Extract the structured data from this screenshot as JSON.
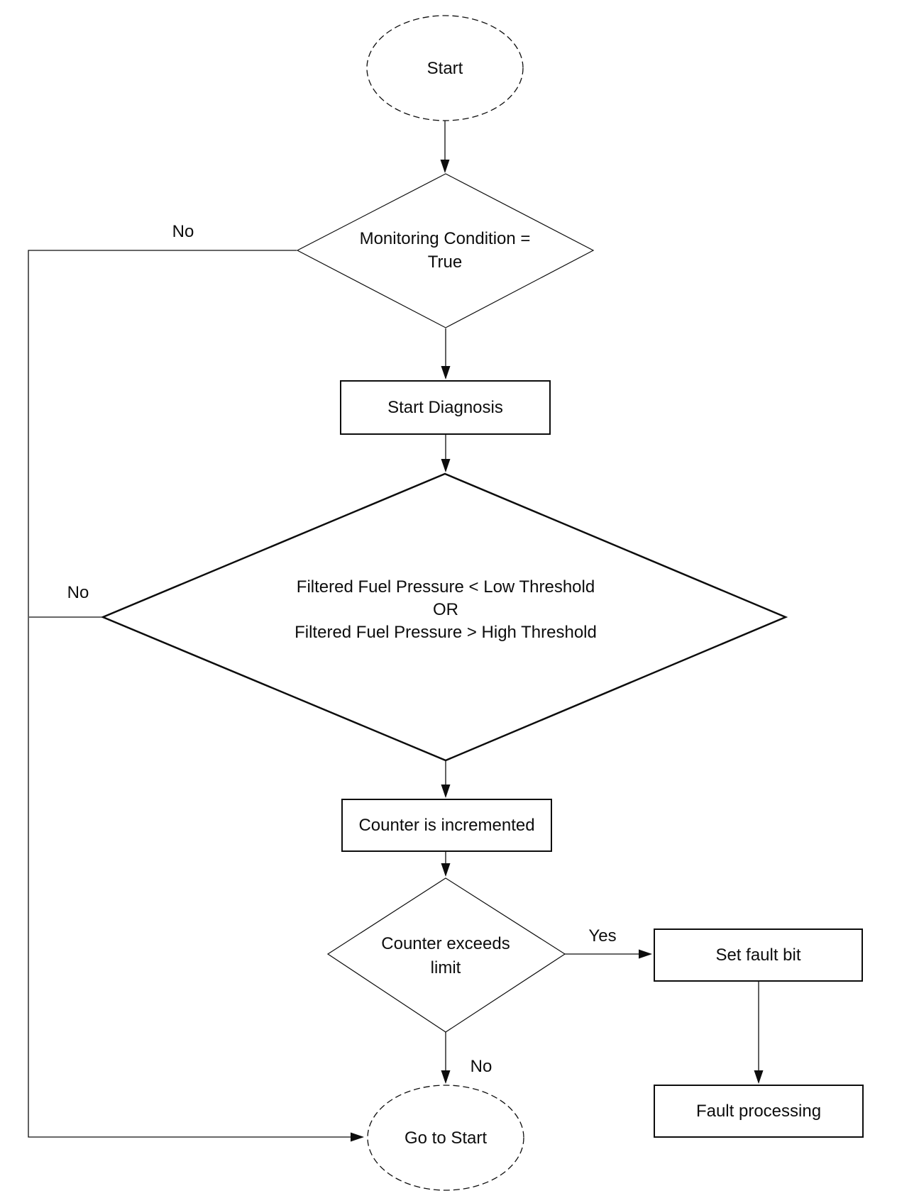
{
  "page": {
    "background": "#ffffff",
    "ink": "#000000"
  },
  "flowchart": {
    "nodes": {
      "start": {
        "type": "terminator",
        "label": "Start"
      },
      "monitoring_decision": {
        "type": "decision",
        "lines": [
          "Monitoring Condition =",
          "True"
        ]
      },
      "start_diagnosis": {
        "type": "process",
        "label": "Start Diagnosis"
      },
      "pressure_decision": {
        "type": "decision",
        "lines": [
          "Filtered Fuel Pressure < Low Threshold",
          "OR",
          "Filtered Fuel Pressure > High Threshold"
        ]
      },
      "counter_increment": {
        "type": "process",
        "label": "Counter is incremented"
      },
      "counter_decision": {
        "type": "decision",
        "lines": [
          "Counter exceeds",
          "limit"
        ]
      },
      "set_fault_bit": {
        "type": "process",
        "label": "Set fault bit"
      },
      "fault_processing": {
        "type": "process",
        "label": "Fault processing"
      },
      "go_to_start": {
        "type": "terminator",
        "label": "Go to Start"
      }
    },
    "edge_labels": {
      "monitoring_no": "No",
      "pressure_no": "No",
      "counter_yes": "Yes",
      "counter_no": "No"
    }
  }
}
